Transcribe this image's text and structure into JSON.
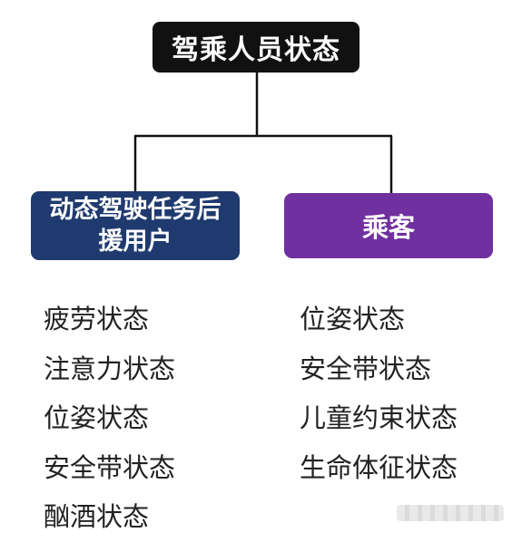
{
  "diagram": {
    "root": {
      "label": "驾乘人员状态"
    },
    "branches": [
      {
        "label": "动态驾驶任务后援用户",
        "items": [
          "疲劳状态",
          "注意力状态",
          "位姿状态",
          "安全带状态",
          "酗酒状态"
        ]
      },
      {
        "label": "乘客",
        "items": [
          "位姿状态",
          "安全带状态",
          "儿童约束状态",
          "生命体征状态"
        ]
      }
    ]
  },
  "colors": {
    "root_fill": "#111111",
    "left_branch_fill": "#1f3a6e",
    "right_branch_fill": "#7030a0",
    "connector": "#111111",
    "text": "#222222"
  }
}
